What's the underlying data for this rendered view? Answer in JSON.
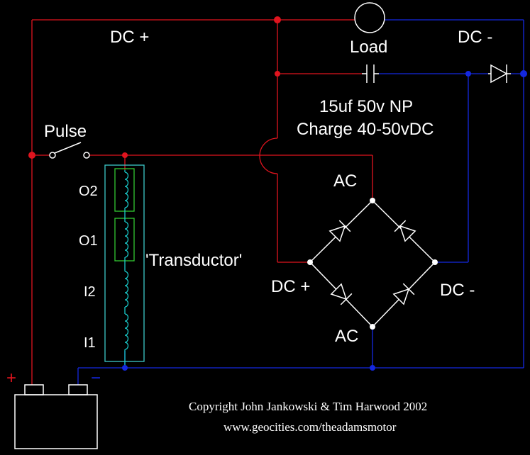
{
  "labels": {
    "dc_plus_top": "DC +",
    "dc_minus_top": "DC -",
    "load": "Load",
    "capacitor_value": "15uf 50v NP",
    "charge": "Charge 40-50vDC",
    "pulse": "Pulse",
    "ac_top": "AC",
    "ac_bottom": "AC",
    "dc_plus_bridge": "DC +",
    "dc_minus_bridge": "DC -",
    "transductor": "'Transductor'",
    "coil_o2": "O2",
    "coil_o1": "O1",
    "coil_i2": "I2",
    "coil_i1": "I1",
    "battery_plus": "+",
    "battery_minus": "−"
  },
  "footer": {
    "copyright": "Copyright John Jankowski & Tim Harwood 2002",
    "url": "www.geocities.com/theadamsmotor"
  },
  "colors": {
    "positive_wire": "#e0141e",
    "negative_wire": "#1428e0",
    "component": "#ffffff",
    "coil": "#19c8c8",
    "coil_box": "#32c832",
    "transductor_box": "#3cc8c8"
  }
}
